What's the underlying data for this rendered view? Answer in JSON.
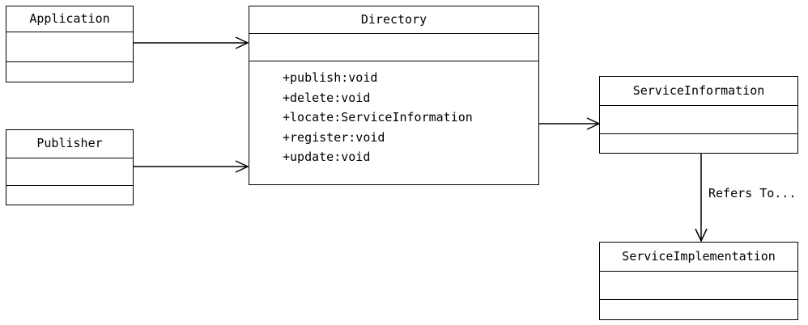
{
  "classes": {
    "application": {
      "name": "Application"
    },
    "publisher": {
      "name": "Publisher"
    },
    "directory": {
      "name": "Directory",
      "operations": [
        "+publish:void",
        "+delete:void",
        "+locate:ServiceInformation",
        "+register:void",
        "+update:void"
      ]
    },
    "service_information": {
      "name": "ServiceInformation"
    },
    "service_implementation": {
      "name": "ServiceImplementation"
    }
  },
  "relations": {
    "refers_to_label": "Refers To..."
  }
}
